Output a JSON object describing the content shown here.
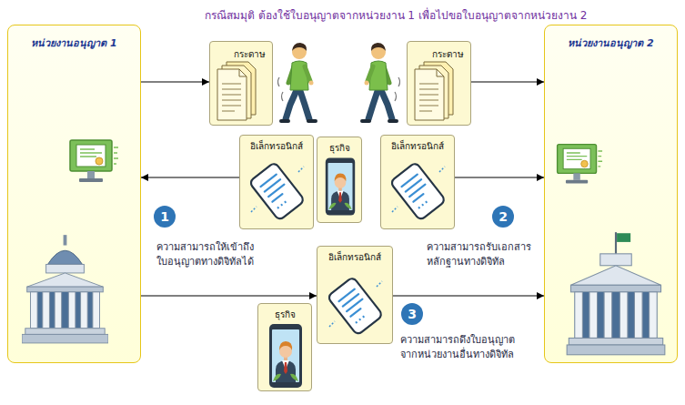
{
  "diagram": {
    "title": "กรณีสมมุติ ต้องใช้ใบอนุญาตจากหน่วยงาน 1 เพื่อไปขอใบอนุญาตจากหน่วยงาน 2",
    "nodes": [
      {
        "text": [
          "หน่วยงานอนุญาต 1"
        ]
      },
      {
        "text": [
          "หน่วยงานอนุญาต 2"
        ]
      },
      {
        "text": [
          "กระดาษ"
        ]
      },
      {
        "text": [
          "กระดาษ"
        ]
      },
      {
        "text": [
          "อิเล็กทรอนิกส์"
        ]
      },
      {
        "text": [
          "ธุรกิจ"
        ]
      },
      {
        "text": [
          "อิเล็กทรอนิกส์"
        ]
      },
      {
        "text": [
          "อิเล็กทรอนิกส์"
        ]
      },
      {
        "text": [
          "ธุรกิจ"
        ]
      }
    ],
    "edges": [
      {
        "from": 0,
        "to": 2,
        "arrow": "to"
      },
      {
        "from": 3,
        "to": 1,
        "arrow": "to"
      },
      {
        "from": 4,
        "to": 0,
        "arrow": "to"
      },
      {
        "from": 6,
        "to": 1,
        "arrow": "to"
      },
      {
        "from": 0,
        "to": 7,
        "arrow": "to"
      },
      {
        "from": 7,
        "to": 1,
        "arrow": "to"
      }
    ],
    "labels": [
      "1",
      "ความสามารถให้เข้าถึง ใบอนุญาตทางดิจิทัลได้",
      "2",
      "ความสามารถรับเอกสาร หลักฐานทางดิจิทัล",
      "3",
      "ความสามารถดึงใบอนุญาต จากหน่วยงานอื่นทางดิจิทัล"
    ]
  }
}
